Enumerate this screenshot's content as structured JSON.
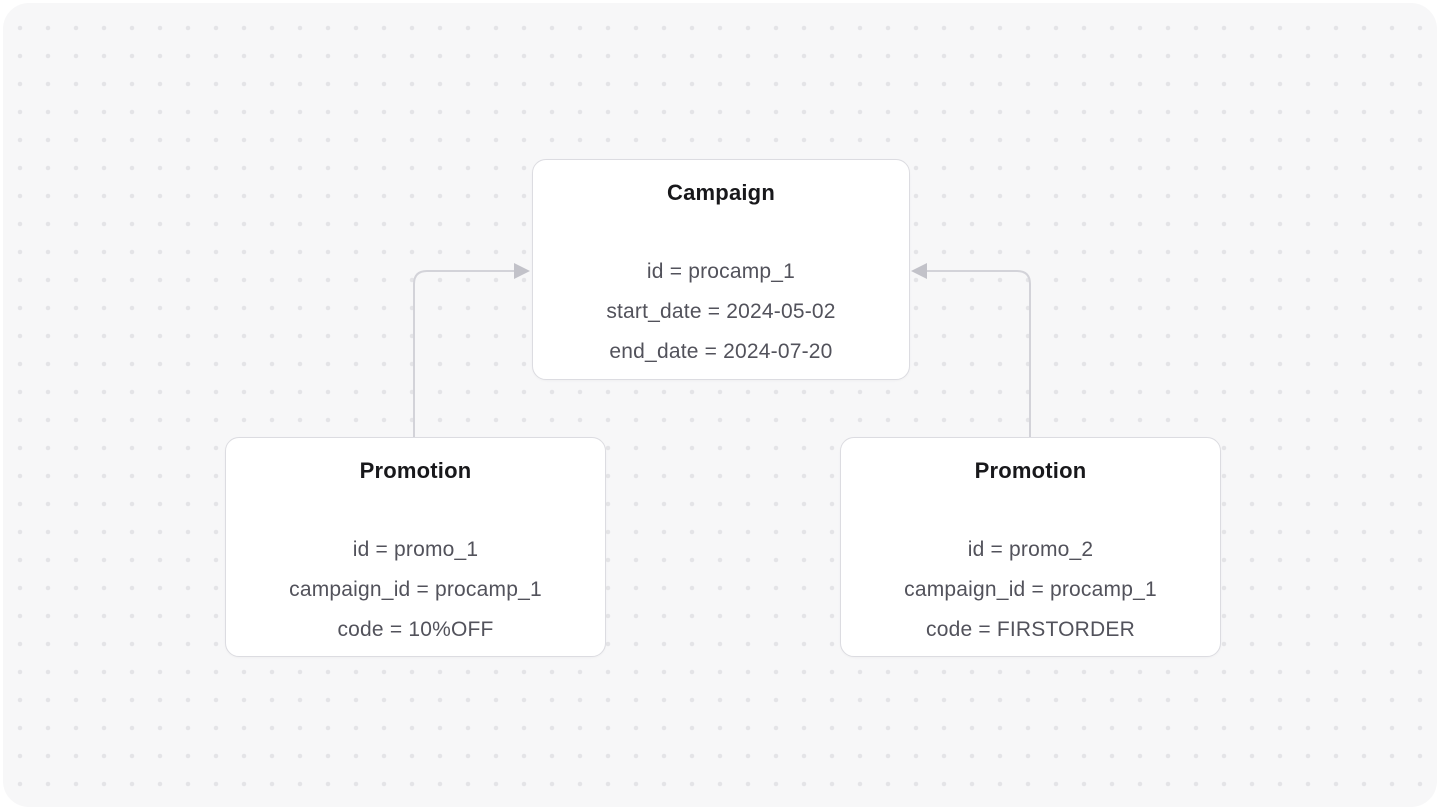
{
  "diagram": {
    "nodes": [
      {
        "key": "campaign",
        "title": "Campaign",
        "attributes": [
          "id = procamp_1",
          "start_date = 2024-05-02",
          "end_date = 2024-07-20"
        ]
      },
      {
        "key": "promotion_1",
        "title": "Promotion",
        "attributes": [
          "id = promo_1",
          "campaign_id = procamp_1",
          "code = 10%OFF"
        ]
      },
      {
        "key": "promotion_2",
        "title": "Promotion",
        "attributes": [
          "id = promo_2",
          "campaign_id = procamp_1",
          "code = FIRSTORDER"
        ]
      }
    ],
    "edges": [
      {
        "from": "promotion_1",
        "to": "campaign",
        "direction": "arrow-into-campaign-left-side"
      },
      {
        "from": "promotion_2",
        "to": "campaign",
        "direction": "arrow-into-campaign-right-side"
      }
    ],
    "colors": {
      "page_background": "#ffffff",
      "canvas_background": "#f7f7f8",
      "grid_dot": "#e4e4e7",
      "node_background": "#ffffff",
      "node_border": "#dcdce1",
      "title_text": "#18181b",
      "attribute_text": "#52525b",
      "edge_line": "#d3d3d9",
      "edge_arrow": "#c2c2c9"
    }
  }
}
